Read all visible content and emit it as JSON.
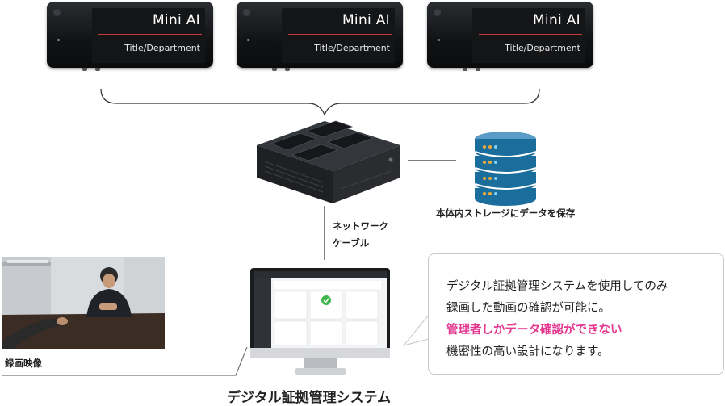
{
  "devices": [
    {
      "name": "Mini AI",
      "subtitle": "Title/Department"
    },
    {
      "name": "Mini AI",
      "subtitle": "Title/Department"
    },
    {
      "name": "Mini AI",
      "subtitle": "Title/Department"
    }
  ],
  "storage_label": "本体内ストレージにデータを保存",
  "network_label_1": "ネットワーク",
  "network_label_2": "ケーブル",
  "video_label": "録画映像",
  "system_label": "デジタル証拠管理システム",
  "callout": {
    "line1": "デジタル証拠管理システムを使用してのみ",
    "line2": "録画した動画の確認が可能に。",
    "line3": "管理者しかデータ確認ができない",
    "line4": "機密性の高い設計になります。"
  },
  "colors": {
    "highlight": "#e4368f",
    "database": "#1b6e9c",
    "device_accent": "#c33a3a"
  }
}
